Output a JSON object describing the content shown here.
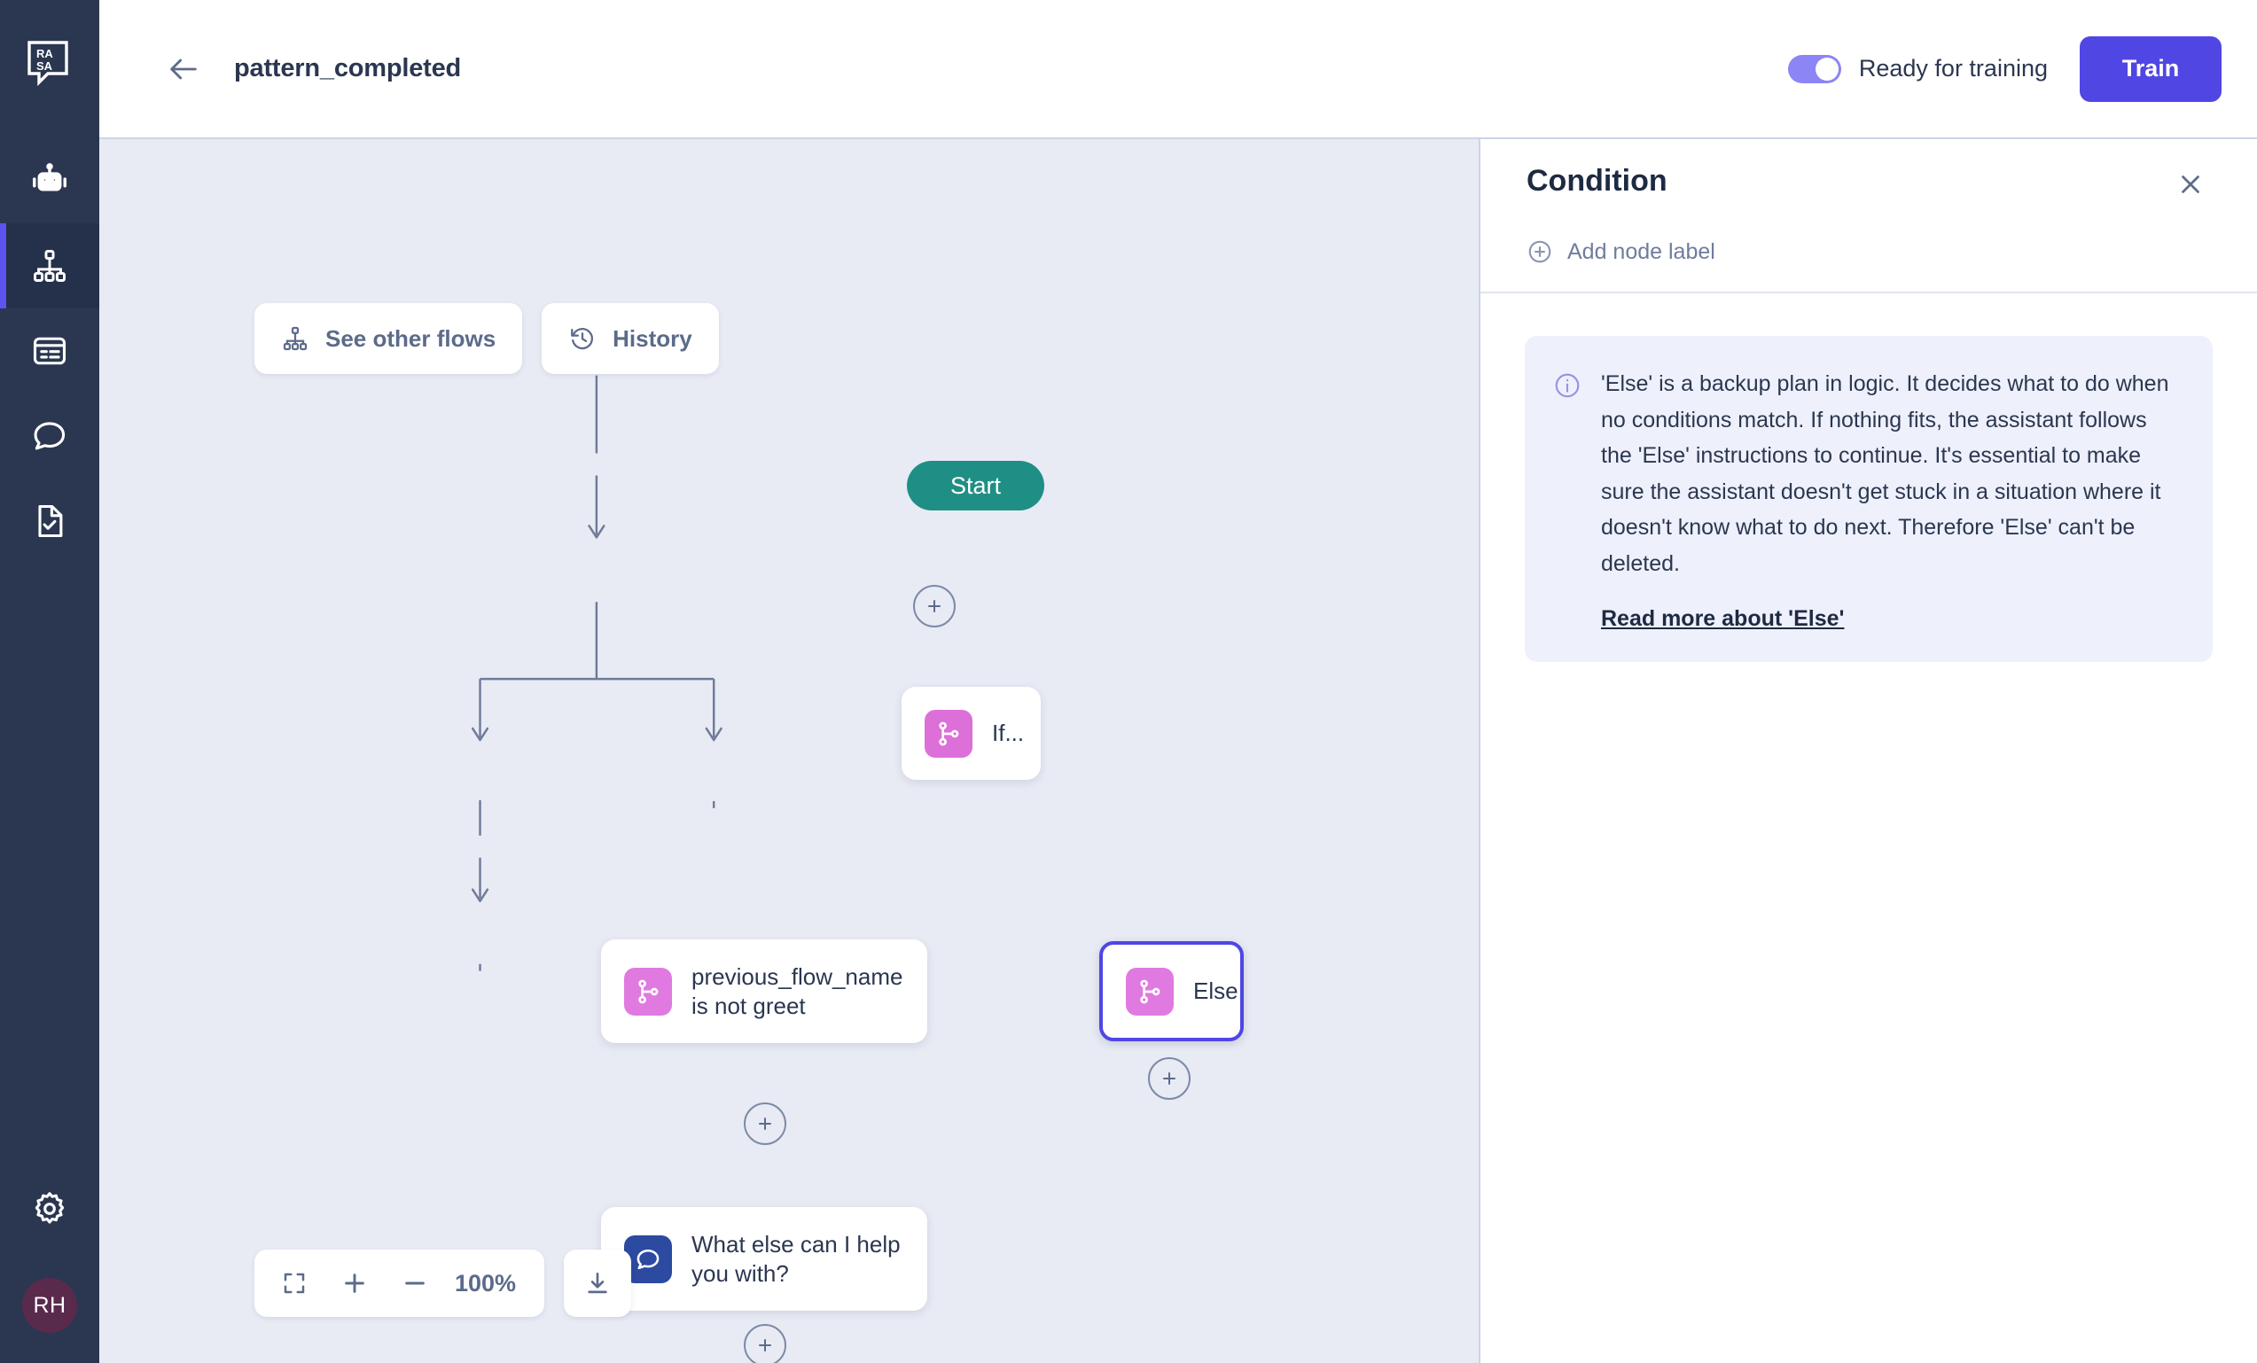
{
  "sidebar": {
    "logo": "RASA",
    "items": [
      {
        "name": "assistant",
        "icon": "robot-icon",
        "active": false
      },
      {
        "name": "flows",
        "icon": "flow-tree-icon",
        "active": true
      },
      {
        "name": "responses",
        "icon": "card-list-icon",
        "active": false
      },
      {
        "name": "conversations",
        "icon": "chat-bubble-icon",
        "active": false
      },
      {
        "name": "tests",
        "icon": "document-check-icon",
        "active": false
      }
    ],
    "settings_icon": "gear-icon",
    "avatar_initials": "RH"
  },
  "topbar": {
    "back_icon": "arrow-left-icon",
    "title": "pattern_completed",
    "toggle_label": "Ready for training",
    "toggle_on": true,
    "train_label": "Train"
  },
  "canvas": {
    "toolbar": [
      {
        "label": "See other flows",
        "icon": "flow-tree-icon"
      },
      {
        "label": "History",
        "icon": "history-icon"
      }
    ],
    "zoom": {
      "fit_icon": "fit-screen-icon",
      "zoom_in_icon": "plus-icon",
      "zoom_out_icon": "minus-icon",
      "level": "100%",
      "download_icon": "download-icon"
    }
  },
  "flow": {
    "start_label": "Start",
    "nodes": [
      {
        "id": "if",
        "label": "If...",
        "icon": "branch-icon",
        "type": "condition",
        "selected": false
      },
      {
        "id": "cond1",
        "label": "previous_flow_name is not greet",
        "label_line1": "previous_flow_name",
        "label_line2": "is not greet",
        "icon": "branch-icon",
        "type": "condition",
        "selected": false
      },
      {
        "id": "else",
        "label": "Else",
        "icon": "branch-icon",
        "type": "condition",
        "selected": true
      },
      {
        "id": "msg",
        "label": "What else can I help you with?",
        "label_line1": "What else can I help",
        "label_line2": "you with?",
        "icon": "chat-bubble-icon",
        "type": "message",
        "selected": false
      }
    ],
    "add_buttons": 4
  },
  "panel": {
    "title": "Condition",
    "close_icon": "close-icon",
    "add_node_label": "Add node label",
    "add_icon": "plus-circle-icon",
    "info_icon": "info-icon",
    "info_text": "'Else' is a backup plan in logic. It decides what to do when no conditions match. If nothing fits, the assistant follows the 'Else' instructions to continue. It's essential to make sure the assistant doesn't get stuck in a situation where it doesn't know what to do next. Therefore 'Else' can't be deleted.",
    "info_link": "Read more about 'Else'"
  },
  "colors": {
    "sidebar_bg": "#2b3750",
    "sidebar_active_bg": "#25304a",
    "accent_indigo": "#5046e4",
    "toggle_on": "#8c85f5",
    "canvas_bg": "#e8ebf4",
    "start_teal": "#1f8f85",
    "branch_pink": "#dd6fd9",
    "message_blue": "#2b4aa0",
    "avatar_bg": "#5a2a4d",
    "info_bg": "#eef0fb",
    "edge_stroke": "#6e7b99"
  }
}
